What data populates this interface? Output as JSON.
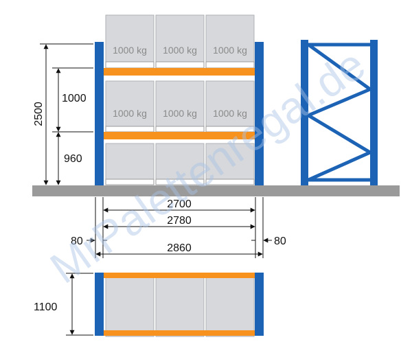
{
  "colors": {
    "upright": "#1c63b5",
    "beam": "#f7921e",
    "floor": "#9a9a9a",
    "box": "#d6d8db",
    "pallet": "#ffffff",
    "dimension_line": "#111111",
    "watermark": "#a9c4e6"
  },
  "front_view": {
    "load_labels": {
      "upper_1": "1000 kg",
      "upper_2": "1000 kg",
      "upper_3": "1000 kg",
      "middle_1": "1000 kg",
      "middle_2": "1000 kg",
      "middle_3": "1000 kg"
    },
    "dimensions": {
      "total_height": "2500",
      "level_upper": "1000",
      "level_lower": "960",
      "beam_length": "2700",
      "inner_width": "2780",
      "outer_width": "2860",
      "upright_left": "80",
      "upright_right": "80"
    }
  },
  "top_view": {
    "depth": "1100"
  },
  "watermark": "MrPalettenregal.de"
}
